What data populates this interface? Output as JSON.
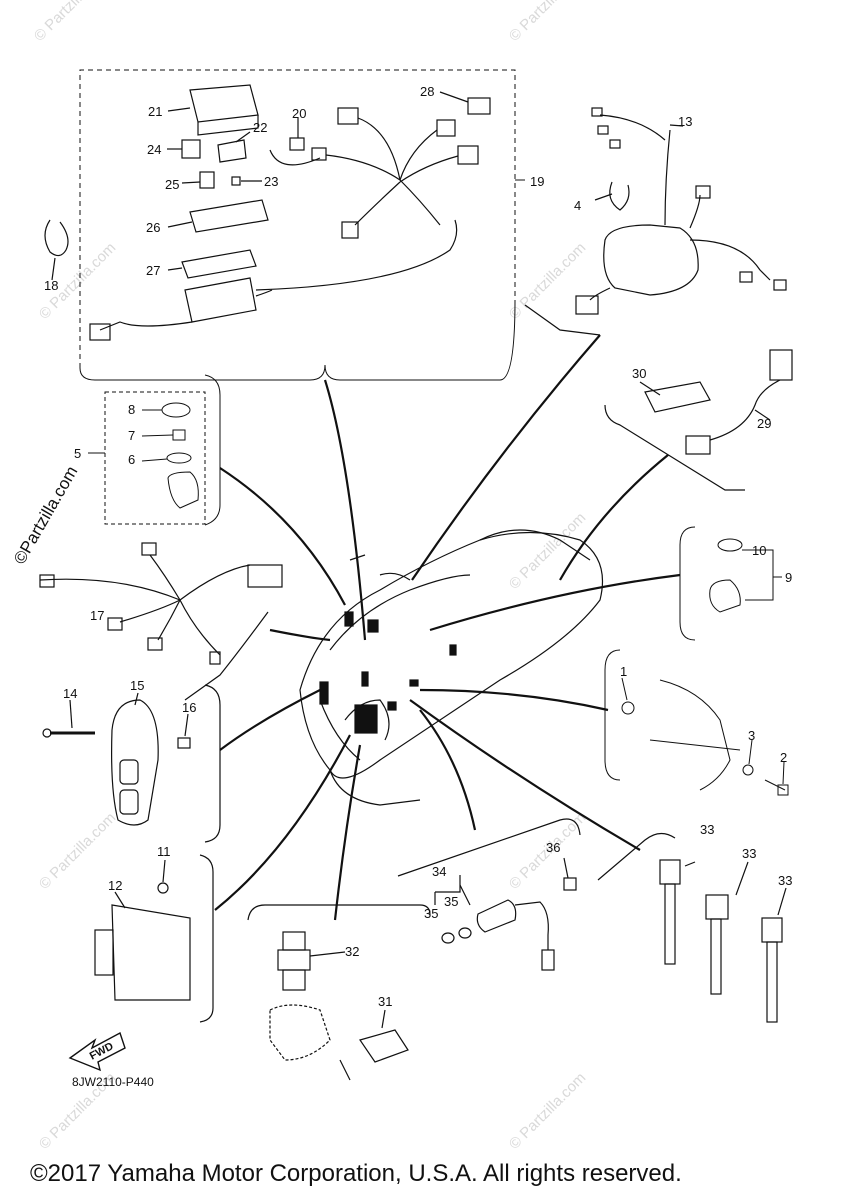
{
  "watermark": "© Partzilla.com",
  "side_watermark": "©Partzilla.com",
  "diagram_code": "8JW2110-P440",
  "copyright": "©2017 Yamaha Motor Corporation, U.S.A. All rights reserved.",
  "direction_arrow": "FWD",
  "callouts": {
    "c1": "1",
    "c2": "2",
    "c3": "3",
    "c4": "4",
    "c5": "5",
    "c6": "6",
    "c7": "7",
    "c8": "8",
    "c9": "9",
    "c10": "10",
    "c11": "11",
    "c12": "12",
    "c13": "13",
    "c14": "14",
    "c15": "15",
    "c16": "16",
    "c17": "17",
    "c18": "18",
    "c19": "19",
    "c20": "20",
    "c21": "21",
    "c22": "22",
    "c23": "23",
    "c24": "24",
    "c25": "25",
    "c26": "26",
    "c27": "27",
    "c28": "28",
    "c29": "29",
    "c30": "30",
    "c31": "31",
    "c32": "32",
    "c33a": "33",
    "c33b": "33",
    "c33c": "33",
    "c34": "34",
    "c35a": "35",
    "c35b": "35",
    "c36": "36"
  }
}
